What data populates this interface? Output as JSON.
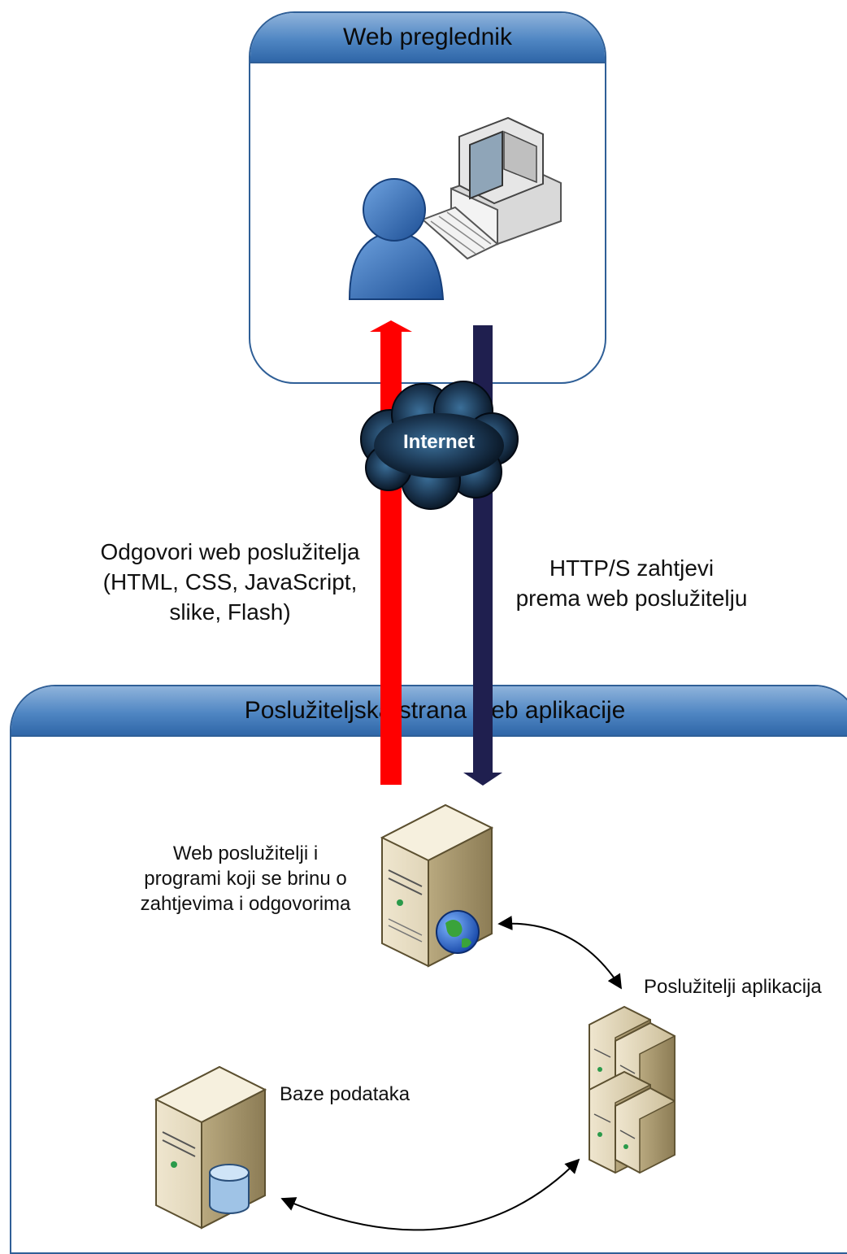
{
  "browser_panel": {
    "title": "Web preglednik"
  },
  "server_panel": {
    "title": "Poslužiteljska strana web aplikacije"
  },
  "network": {
    "label": "Internet"
  },
  "responses": {
    "lines": [
      "Odgovori web poslužitelja",
      "(HTML, CSS, JavaScript,",
      "slike, Flash)"
    ]
  },
  "requests": {
    "lines": [
      "HTTP/S zahtjevi",
      "prema web poslužitelju"
    ]
  },
  "web_servers": {
    "lines": [
      "Web poslužitelji i",
      "programi koji se brinu o",
      "zahtjevima i odgovorima"
    ]
  },
  "app_servers": {
    "label": "Poslužitelji aplikacija"
  },
  "databases": {
    "label": "Baze podataka"
  },
  "colors": {
    "accent": "#2f66a8",
    "response_arrow": "#ff0000",
    "request_arrow": "#1f1f4f",
    "server_body": "#d8ccb0"
  },
  "icons": [
    "user-icon",
    "workstation-icon",
    "cloud-icon",
    "web-server-icon",
    "globe-icon",
    "app-server-cluster-icon",
    "database-server-icon",
    "database-cylinder-icon"
  ]
}
